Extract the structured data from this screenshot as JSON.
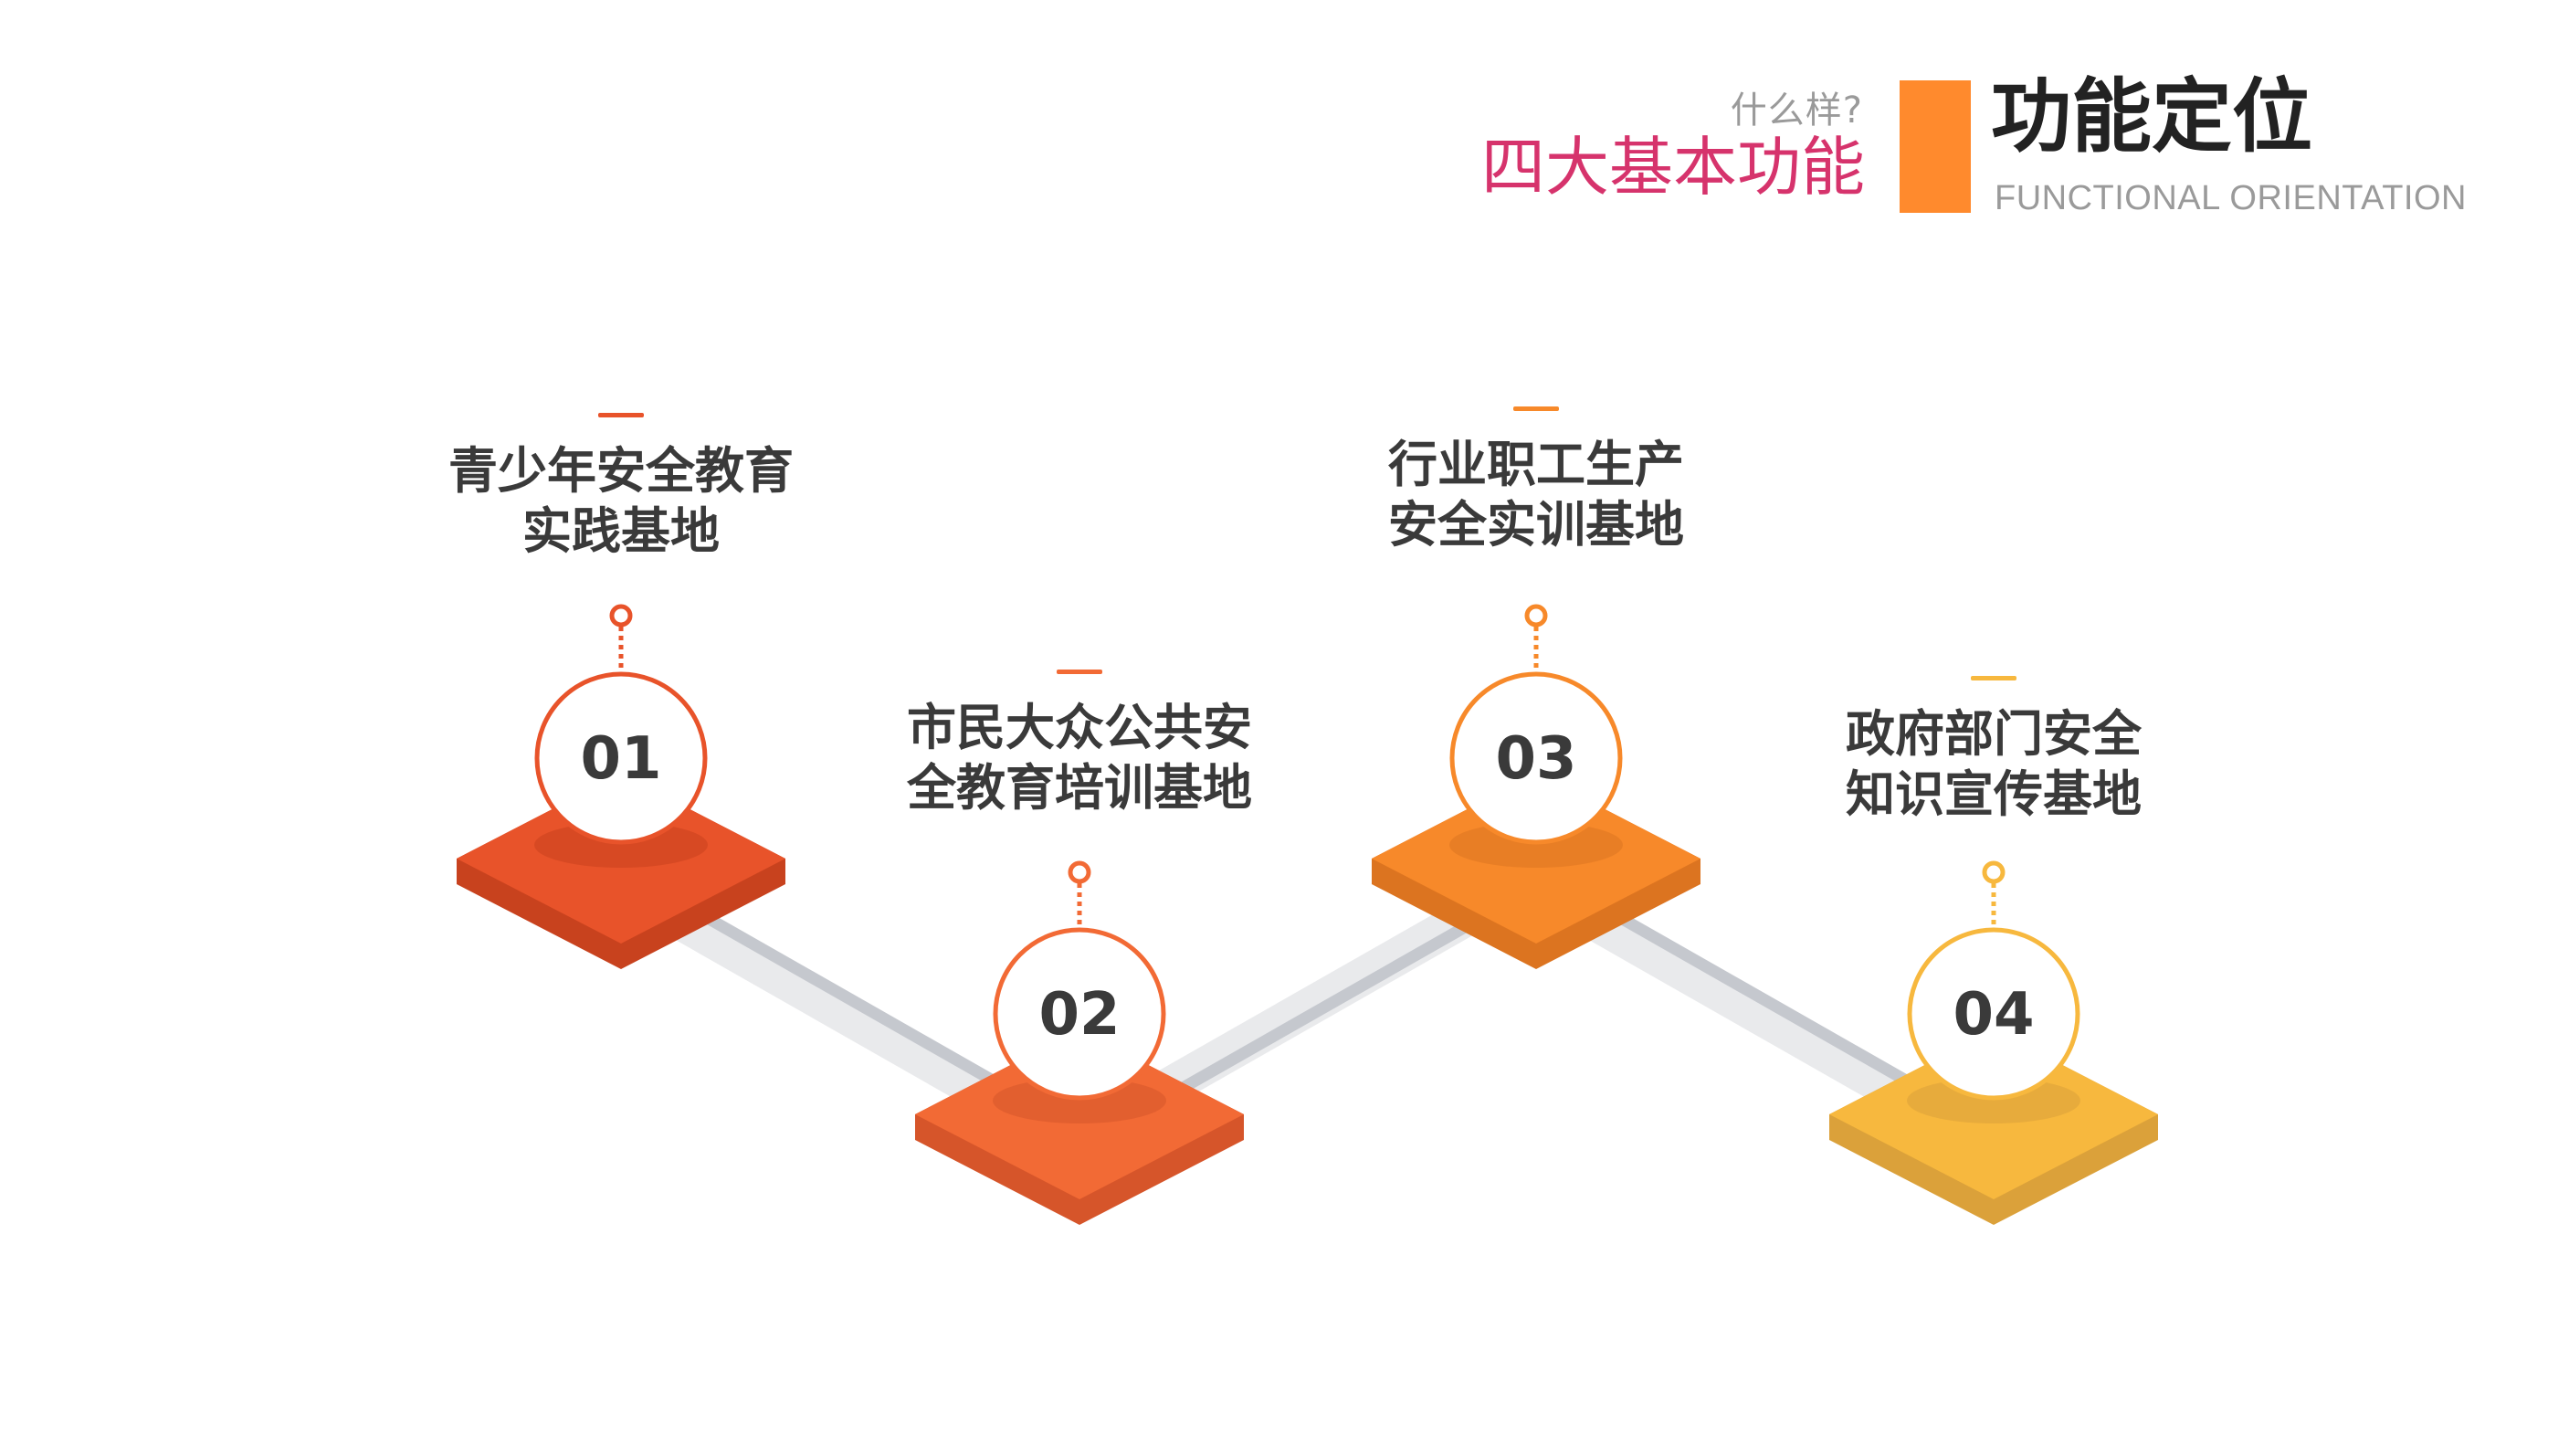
{
  "header": {
    "question": "什么样?",
    "subtitle": "四大基本功能",
    "title": "功能定位",
    "title_en": "FUNCTIONAL ORIENTATION",
    "accent_color": "#ff8a2d",
    "subtitle_color": "#d6336c"
  },
  "steps": [
    {
      "number": "01",
      "line1": "青少年安全教育",
      "line2": "实践基地",
      "color": "#e8532a"
    },
    {
      "number": "02",
      "line1": "市民大众公共安",
      "line2": "全教育培训基地",
      "color": "#f26a35"
    },
    {
      "number": "03",
      "line1": "行业职工生产",
      "line2": "安全实训基地",
      "color": "#f7892a"
    },
    {
      "number": "04",
      "line1": "政府部门安全",
      "line2": "知识宣传基地",
      "color": "#f7b83e"
    }
  ]
}
